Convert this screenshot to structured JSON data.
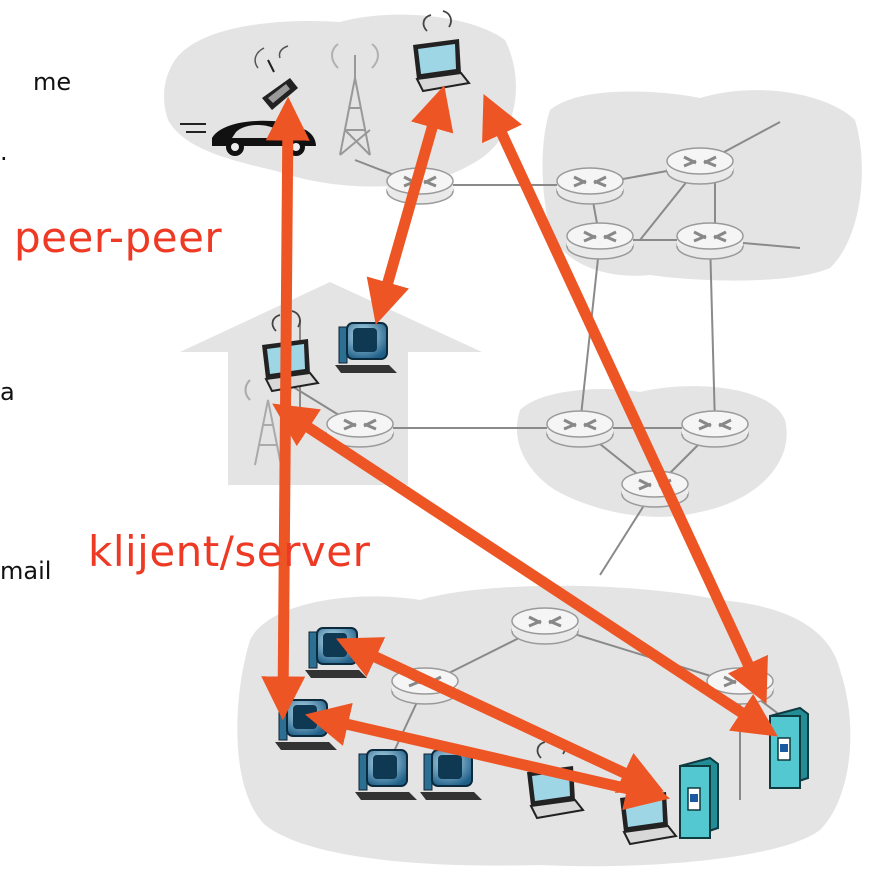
{
  "cut_text": {
    "line1": "me",
    "line2": ".",
    "line3": "a",
    "line4": "mail"
  },
  "labels": {
    "peer_peer": "peer-peer",
    "client_server": "klijent/server"
  },
  "colors": {
    "arrow": "#ee5524",
    "label": "#ee3a24",
    "cloud": "#e4e4e4",
    "router_fill": "#f2f2f2",
    "router_stroke": "#9a9a9a",
    "link": "#8a8a8a",
    "screen": "#2f7fa8",
    "server": "#3fb8c0"
  }
}
